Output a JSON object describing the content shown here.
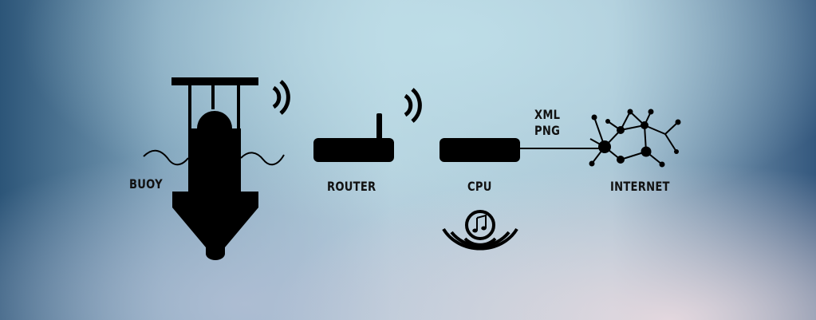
{
  "labels": {
    "buoy": "BUOY",
    "router": "ROUTER",
    "cpu": "CPU",
    "internet": "INTERNET",
    "format_xml": "XML",
    "format_png": "PNG"
  },
  "icons": {
    "buoy": "buoy-icon",
    "buoy_signal": "wireless-signal-icon",
    "router": "router-icon",
    "router_signal": "wireless-signal-icon",
    "cpu": "cpu-icon",
    "audio": "music-speaker-icon",
    "internet": "network-graph-icon"
  },
  "colors": {
    "icon": "#000000",
    "text": "#111111"
  }
}
